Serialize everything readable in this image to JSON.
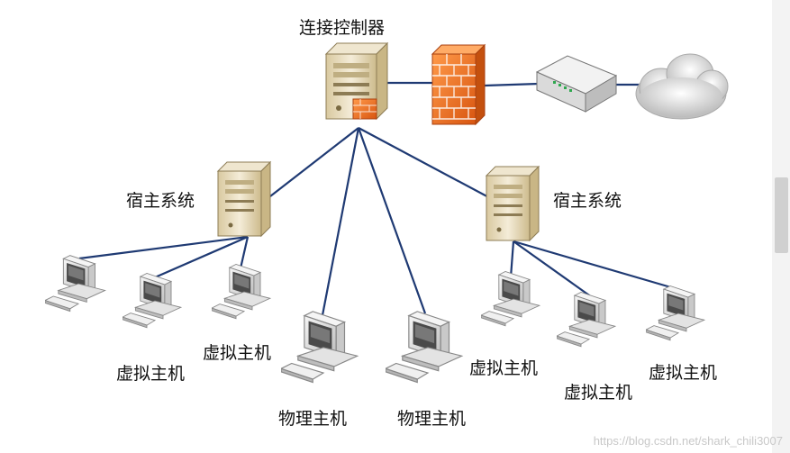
{
  "labels": {
    "controller": "连接控制器",
    "host_left": "宿主系统",
    "host_right": "宿主系统",
    "vm_1": "虚拟主机",
    "vm_2": "虚拟主机",
    "vm_3": "虚拟主机",
    "vm_4": "虚拟主机",
    "physical_1": "物理主机",
    "physical_2": "物理主机"
  },
  "watermark": "https://blog.csdn.net/shark_chili3007",
  "colors": {
    "link": "#1f3a73",
    "firewall": "#f0782a",
    "server": "#e8dcc0"
  },
  "icons": [
    "server-icon",
    "firewall-icon",
    "router-icon",
    "cloud-icon",
    "computer-icon"
  ]
}
